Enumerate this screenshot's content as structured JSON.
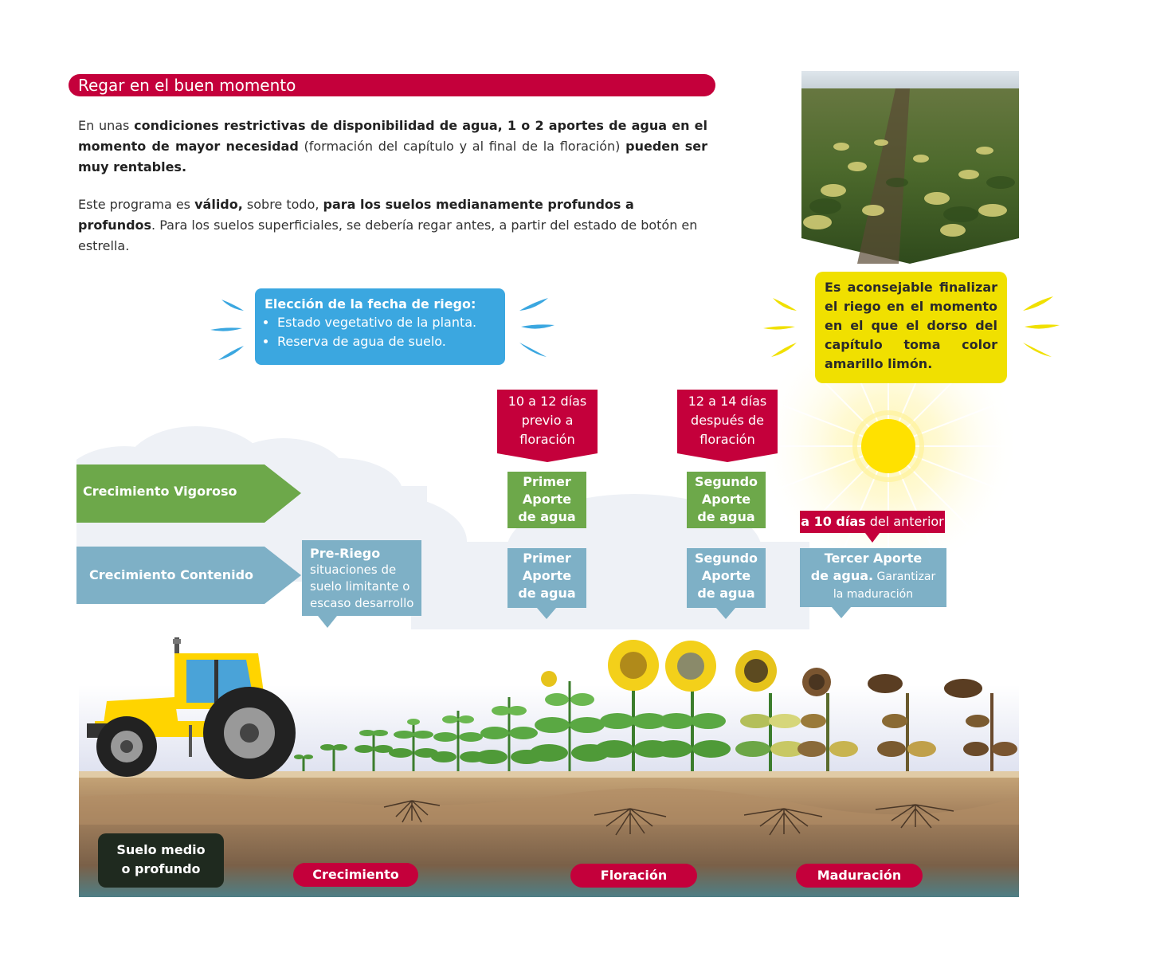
{
  "title": "Regar en el buen momento",
  "paragraph1": {
    "p1": "En unas ",
    "b1": "condiciones restrictivas de disponibilidad de agua, 1 o 2 aportes de agua en el momento de mayor necesidad",
    "p2": " (formación del capítulo y al final de la floración) ",
    "b2": "pueden ser muy rentables."
  },
  "paragraph2": {
    "p1": "Este programa es ",
    "b1": "válido,",
    "p2": " sobre todo, ",
    "b2": "para los suelos medianamente profundos a profundos",
    "p3": ". Para los suelos superficiales, se debería regar antes, a partir del estado de botón en estrella."
  },
  "election": {
    "heading": "Elección de la fecha de riego:",
    "items": [
      "Estado vegetativo de la planta.",
      "Reserva de agua de suelo."
    ]
  },
  "advice": "Es aconsejable finalizar el riego en el momento en el que el dorso del capítulo toma color amarillo limón.",
  "timing": {
    "before_flower": [
      "10 a 12 días",
      "previo a",
      "floración"
    ],
    "after_flower": [
      "12 a 14 días",
      "después de",
      "floración"
    ],
    "third_bold": "a 10 días",
    "third_rest": " del anterior"
  },
  "rows": {
    "vigorous": "Crecimiento Vigoroso",
    "contained": "Crecimiento Contenido"
  },
  "pre_riego": {
    "title": "Pre-Riego",
    "lines": [
      "situaciones de",
      "suelo limitante o",
      "escaso desarrollo"
    ]
  },
  "first_supply": [
    "Primer",
    "Aporte",
    "de agua"
  ],
  "second_supply": [
    "Segundo",
    "Aporte",
    "de agua"
  ],
  "third_supply": {
    "line1": "Tercer Aporte",
    "line2_bold": "de agua.",
    "line2_rest": " Garantizar",
    "line3": "la maduración"
  },
  "soil": [
    "Suelo medio",
    "o profundo"
  ],
  "phases": [
    "Crecimiento",
    "Floración",
    "Maduración"
  ],
  "colors": {
    "brand_red": "#c4003b",
    "green": "#6da84a",
    "teal": "#7eb0c6",
    "blue": "#3ba7e0",
    "yellow": "#f0e000"
  }
}
